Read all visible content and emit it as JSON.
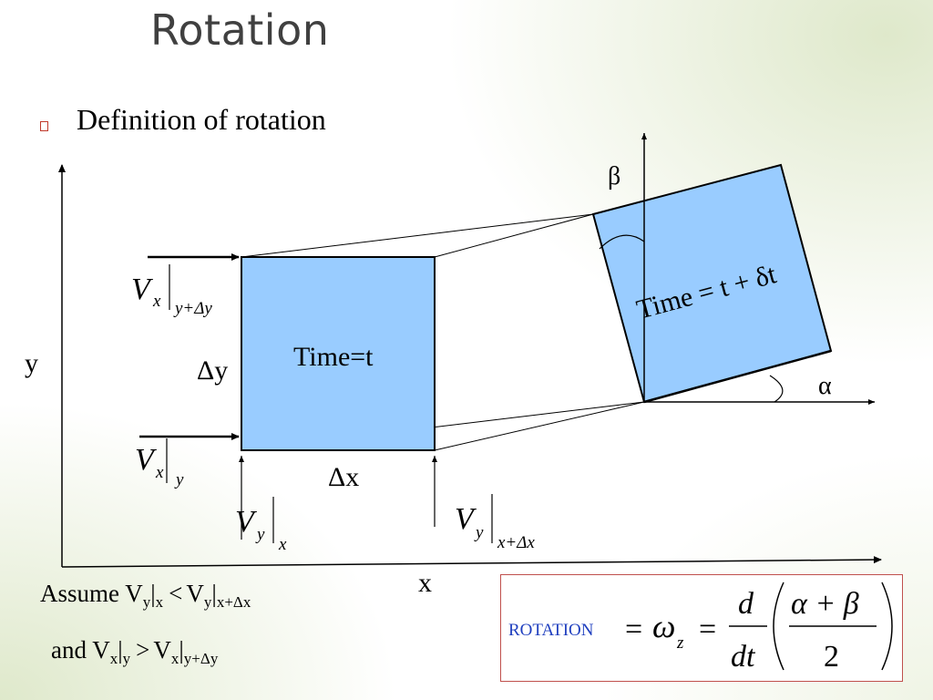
{
  "slide": {
    "title": "Rotation",
    "bullet": "Definition of rotation"
  },
  "diagram": {
    "axis_y": "y",
    "axis_x": "x",
    "delta_y": "Δy",
    "delta_x": "Δx",
    "box_t_label": "Time=t",
    "box_tdt_label": "Time = t + δt",
    "alpha": "α",
    "beta": "β",
    "vx_top": {
      "main": "V",
      "sub": "x",
      "eval": "y+Δy"
    },
    "vx_bottom": {
      "main": "V",
      "sub": "x",
      "eval": "y"
    },
    "vy_left": {
      "main": "V",
      "sub": "y",
      "eval": "x"
    },
    "vy_right": {
      "main": "V",
      "sub": "y",
      "eval": "x+Δx"
    }
  },
  "assumptions": {
    "line1": {
      "prefix": "Assume V",
      "s1": "y",
      "bar1": "|",
      "s2": "x",
      "op": "<",
      "v2": "V",
      "s3": "y",
      "bar2": "|",
      "s4": "x+Δx"
    },
    "line2": {
      "prefix": "and V",
      "s1": "x",
      "bar1": "|",
      "s2": "y",
      "op": ">",
      "v2": "V",
      "s3": "x",
      "bar2": "|",
      "s4": "y+Δy"
    }
  },
  "formula": {
    "label": "ROTATION",
    "eq1": "=",
    "omega": "ω",
    "omega_sub": "z",
    "eq2": "=",
    "d_num": "d",
    "d_den": "dt",
    "numerator": "α + β",
    "denominator": "2"
  },
  "colors": {
    "box_fill": "#99ccff",
    "formula_border": "#c0504d",
    "formula_label": "#1f3fbf",
    "bullet": "#c0392b",
    "title": "#404040"
  }
}
